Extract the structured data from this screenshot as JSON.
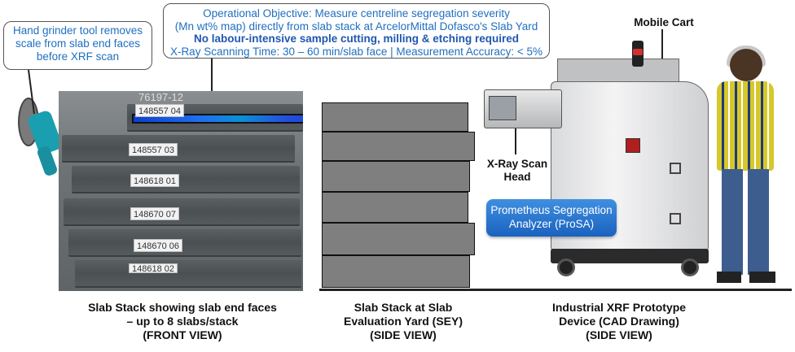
{
  "callouts": {
    "grinder": "Hand grinder tool removes scale from slab end faces before XRF scan",
    "objective_line1": "Operational Objective: Measure centreline segregation severity",
    "objective_line2": "(Mn wt% map) directly from slab stack at ArcelorMittal Dofasco's Slab Yard",
    "objective_line3": "No labour-intensive sample cutting, milling & etching required",
    "objective_line4": "X-Ray Scanning Time: 30 – 60 min/slab face  |  Measurement Accuracy: < 5%"
  },
  "photo": {
    "top_mark": "76197-12",
    "slab_labels": [
      "148557 04",
      "148557 03",
      "148618 01",
      "148670 07",
      "148670 06",
      "148618 02"
    ]
  },
  "labels": {
    "mobile_cart": "Mobile Cart",
    "xray_head_line1": "X-Ray Scan",
    "xray_head_line2": "Head",
    "prosa_line1": "Prometheus Segregation",
    "prosa_line2": "Analyzer (ProSA)"
  },
  "captions": {
    "front_line1": "Slab Stack showing slab end faces",
    "front_line2": "– up to 8 slabs/stack",
    "front_line3": "(FRONT VIEW)",
    "side_line1": "Slab Stack at Slab",
    "side_line2": "Evaluation Yard (SEY)",
    "side_line3": "(SIDE VIEW)",
    "device_line1": "Industrial XRF Prototype",
    "device_line2": "Device (CAD Drawing)",
    "device_line3": "(SIDE VIEW)"
  },
  "colors": {
    "callout_text": "#1f6fc0",
    "prosa_fill": "#1a62bf",
    "scan_strip": "#1f6ef0"
  }
}
